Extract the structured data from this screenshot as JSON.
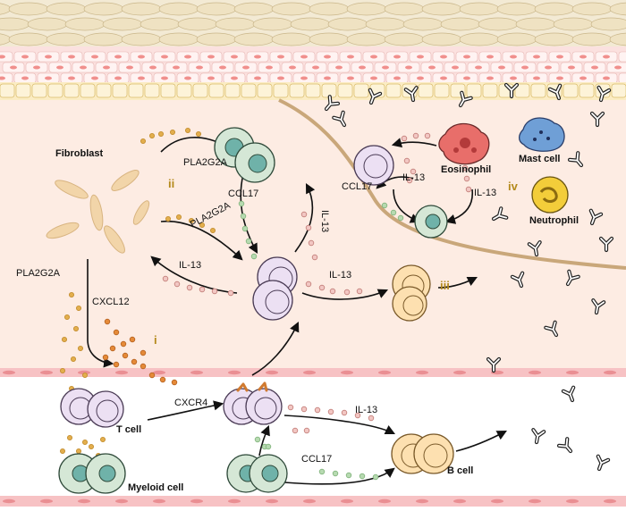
{
  "labels": {
    "fibroblast": "Fibroblast",
    "pla2g2a_ii": "PLA2G2A",
    "pla2g2a_mid": "PLA2G2A",
    "il13_left": "IL-13",
    "pla2g2a_left": "PLA2G2A",
    "cxcl12": "CXCL12",
    "ccl17_mid": "CCL17",
    "il13_vertical": "IL-13",
    "il13_mid": "IL-13",
    "eosinophil": "Eosinophil",
    "mast_cell": "Mast cell",
    "neutrophil": "Neutrophil",
    "ccl17_right": "CCL17",
    "il13_eos_a": "IL-13",
    "il13_eos_b": "IL-13",
    "t_cell": "T cell",
    "cxcr4": "CXCR4",
    "il13_bottom": "IL-13",
    "ccl17_bottom": "CCL17",
    "b_cell": "B cell",
    "myeloid_cell": "Myeloid cell"
  },
  "markers": {
    "i": "i",
    "ii": "ii",
    "iii": "iii",
    "iv": "iv"
  },
  "colors": {
    "dermis": "#fdece3",
    "epidermis_top": "#f3ead4",
    "epidermis_pink": "#fbe1df",
    "basal": "#fbecc3",
    "boundary": "#c9a77a",
    "vessel": "#f7c2c4",
    "t_cell_fill": "#ece0f3",
    "myeloid_fill": "#d5e7d6",
    "myeloid_nucleus": "#6fb2a9",
    "b_cell_fill": "#fde0b0",
    "eosinophil": "#e86e6a",
    "mast_cell": "#6f9fd6",
    "neutrophil": "#f3cd3a",
    "pla2g2a_dot": "#e3ae4d",
    "il13_dot": "#f2c7c3",
    "ccl17_dot": "#b7dab1",
    "cxcl12_dot": "#e58a38",
    "marker_text": "#b48a1c"
  }
}
